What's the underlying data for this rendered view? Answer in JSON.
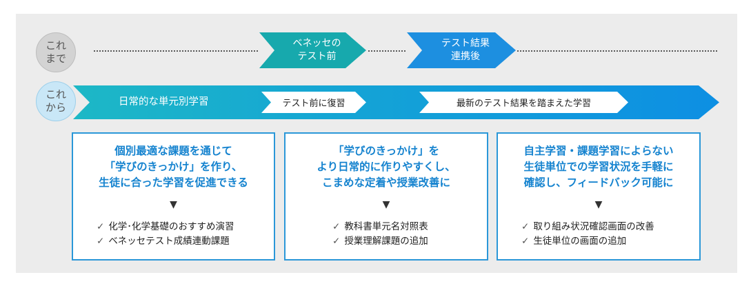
{
  "rows": {
    "past_label": "これ\nまで",
    "future_label": "これ\nから"
  },
  "past_steps": [
    {
      "label": "ベネッセの\nテスト前"
    },
    {
      "label": "テスト結果\n連携後"
    }
  ],
  "future_arrow": {
    "label": "日常的な単元別学習",
    "tags": [
      "テスト前に復習",
      "最新のテスト結果を踏まえた学習"
    ]
  },
  "colors": {
    "panel": "#ececec",
    "teal": "#17a9ad",
    "blue": "#1d8fe0",
    "box_border": "#2a97d8",
    "title_text": "#1583cf"
  },
  "boxes": [
    {
      "title_lines": [
        "個別最適な課題を通じて",
        "「学びのきっかけ」を作り、",
        "生徒に合った学習を促進できる"
      ],
      "arrow": "▼",
      "items": [
        "化学･化学基礎のおすすめ演習",
        "ベネッセテスト成績連動課題"
      ]
    },
    {
      "title_lines": [
        "「学びのきっかけ」を",
        "より日常的に作りやすくし、",
        "こまめな定着や授業改善に"
      ],
      "arrow": "▼",
      "items": [
        "教科書単元名対照表",
        "授業理解課題の追加"
      ]
    },
    {
      "title_lines": [
        "自主学習・課題学習によらない",
        "生徒単位での学習状況を手軽に",
        "確認し、フィードバック可能に"
      ],
      "arrow": "▼",
      "items": [
        "取り組み状況確認画面の改善",
        "生徒単位の画面の追加"
      ]
    }
  ],
  "check_mark": "✓"
}
